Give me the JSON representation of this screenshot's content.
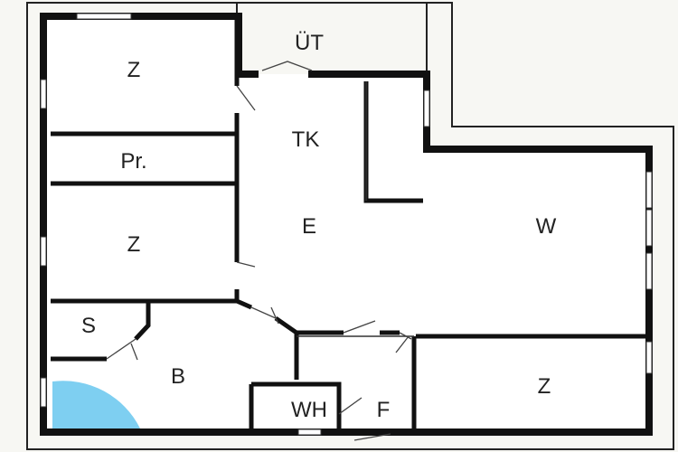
{
  "rooms": {
    "ut": "ÜT",
    "z1": "Z",
    "pr": "Pr.",
    "tk": "TK",
    "e": "E",
    "z2": "Z",
    "w": "W",
    "s": "S",
    "b": "B",
    "wh": "WH",
    "f": "F",
    "z3": "Z"
  },
  "colors": {
    "wall": "#111111",
    "floor": "#ffffff",
    "background": "#f7f7f3",
    "shower": "#7ecff1"
  }
}
